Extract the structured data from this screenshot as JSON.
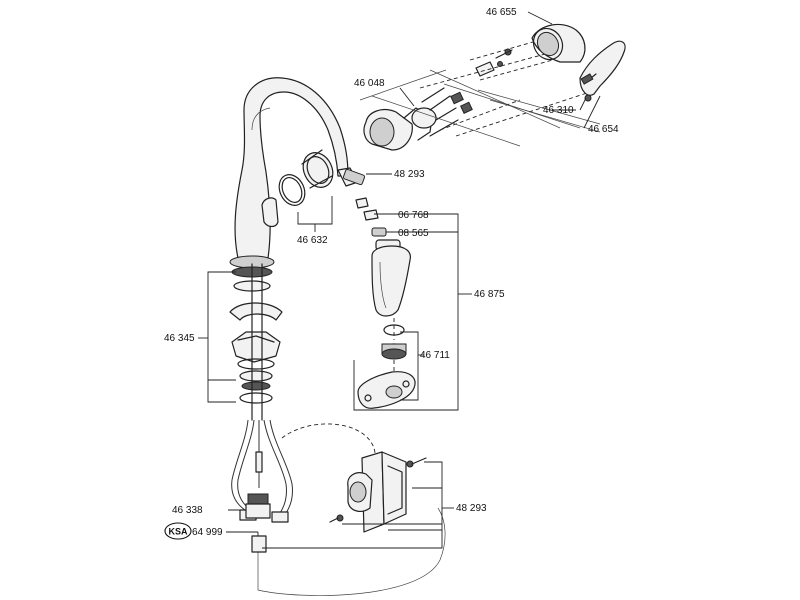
{
  "part_numbers": {
    "p46655": "46 655",
    "p46048": "46 048",
    "p46310": "46 310",
    "p46654": "46 654",
    "p48293a": "48 293",
    "p46632": "46 632",
    "p06768": "06 768",
    "p08565": "08 565",
    "p46875": "46 875",
    "p46345": "46 345",
    "p46711": "46 711",
    "p46338": "46 338",
    "p64999": "64 999",
    "p48293b": "48 293"
  },
  "ksa_badge": "KSA"
}
